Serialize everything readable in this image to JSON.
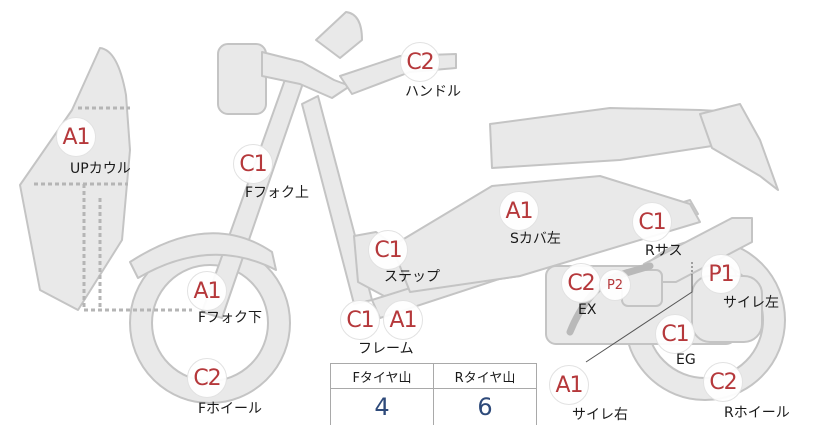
{
  "parts": [
    {
      "id": "handle",
      "grade": "C2",
      "label": "ハンドル"
    },
    {
      "id": "up-cowl",
      "grade": "A1",
      "label": "UPカウル"
    },
    {
      "id": "f-fork-upper",
      "grade": "C1",
      "label": "Fフォク上"
    },
    {
      "id": "s-cover-left",
      "grade": "A1",
      "label": "Sカバ左"
    },
    {
      "id": "r-suspension",
      "grade": "C1",
      "label": "Rサス"
    },
    {
      "id": "step",
      "grade": "C1",
      "label": "ステップ"
    },
    {
      "id": "exhaust",
      "grade": "C2",
      "label": "EX"
    },
    {
      "id": "silencer-left",
      "grade": "P1",
      "label": "サイレ左"
    },
    {
      "id": "f-fork-lower",
      "grade": "A1",
      "label": "Fフォク下"
    },
    {
      "id": "frame",
      "grades": [
        "C1",
        "A1"
      ],
      "label": "フレーム"
    },
    {
      "id": "engine",
      "grade": "C1",
      "label": "EG"
    },
    {
      "id": "f-wheel",
      "grade": "C2",
      "label": "Fホイール"
    },
    {
      "id": "silencer-right",
      "grade": "A1",
      "label": "サイレ右"
    },
    {
      "id": "r-wheel",
      "grade": "C2",
      "label": "Rホイール"
    }
  ],
  "exhaust_sub_grade": "P2",
  "tire_table": {
    "headers": [
      "Fタイヤ山",
      "Rタイヤ山"
    ],
    "values": [
      "4",
      "6"
    ]
  },
  "colors": {
    "grade_text": "#b5383b",
    "tire_value": "#2e4a7a",
    "body_fill": "#e9e9e9",
    "body_stroke": "#c4c4c4"
  }
}
